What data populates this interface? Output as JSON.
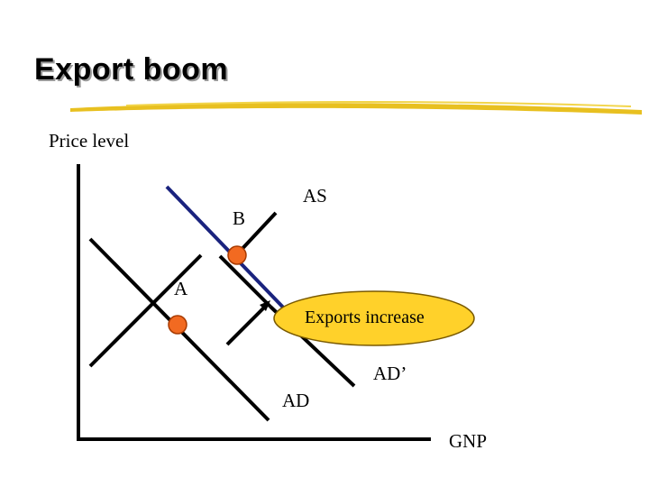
{
  "slide": {
    "title": "Export boom"
  },
  "diagram": {
    "y_axis_label": "Price level",
    "x_axis_label": "GNP",
    "point_b_label": "B",
    "as_curve_label": "AS",
    "point_a_label": "A",
    "callout_label": "Exports increase",
    "ad_prime_label": "AD’",
    "ad_label": "AD",
    "colors": {
      "as_curve": "#1a237e",
      "ad_curves": "#000000",
      "equilibrium_points": "#f26a21",
      "callout_fill": "#ffd12a",
      "title_underline": "#e8c020"
    }
  }
}
